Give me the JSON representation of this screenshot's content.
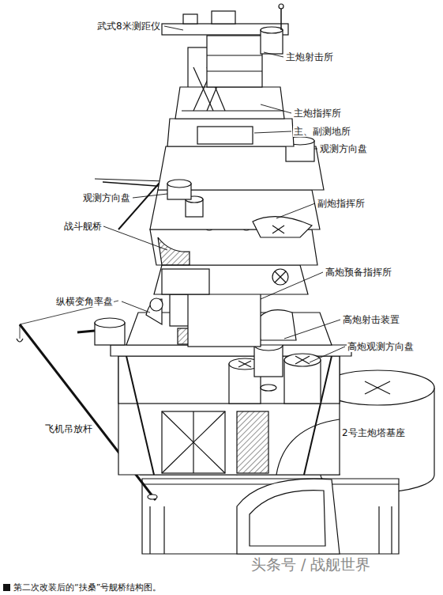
{
  "diagram": {
    "caption": "第二次改装后的“扶桑”号舰桥结构图。",
    "labels": [
      "武式8米测距仪",
      "主炮射击所",
      "主炮指挥所",
      "主、副测地所",
      "观测方向盘",
      "观测方向盘",
      "副炮指挥所",
      "战斗舰桥",
      "高炮预备指挥所",
      "纵横变角率盘",
      "高炮射击装置",
      "高炮观测方向盘",
      "飞机吊放杆",
      "2号主炮塔基座",
      "头条号 / 战舰世界"
    ]
  }
}
